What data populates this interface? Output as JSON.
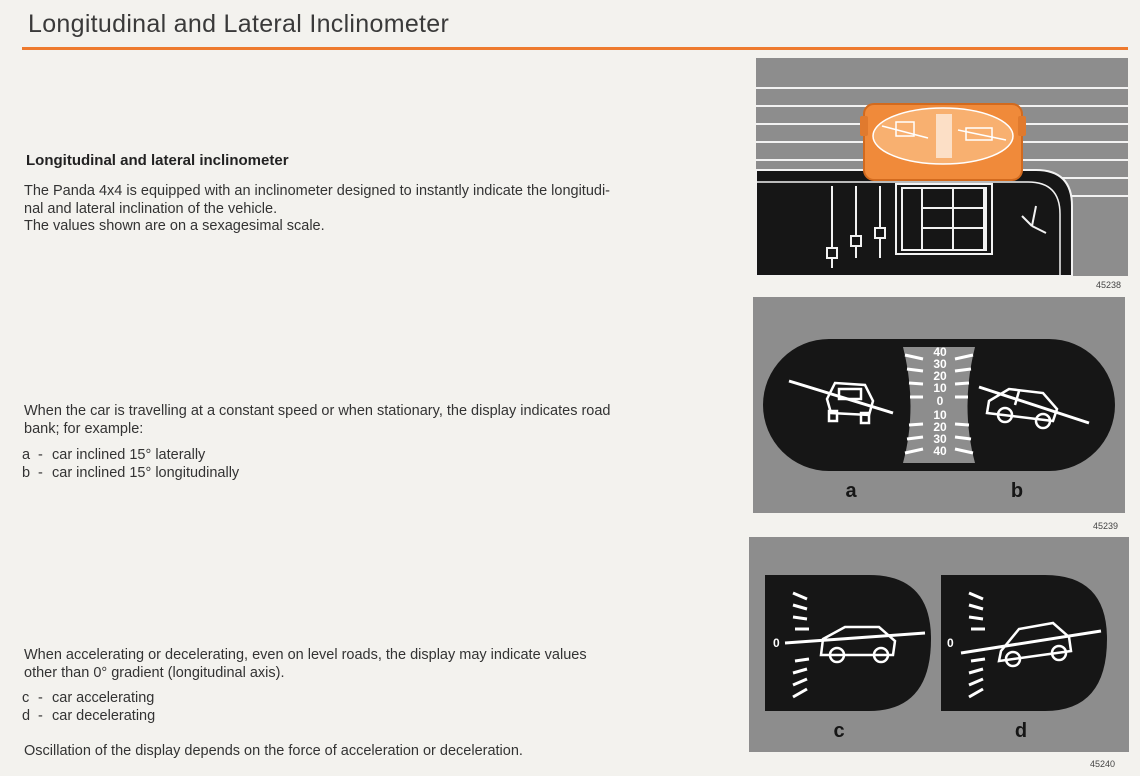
{
  "title": "Longitudinal and Lateral Inclinometer",
  "section": {
    "heading": "Longitudinal and lateral inclinometer",
    "intro_lines": [
      "The Panda 4x4 is equipped with an inclinometer designed to instantly indicate the longitudi-",
      "nal and lateral inclination of the vehicle.",
      "The values shown are on a sexagesimal scale."
    ],
    "steady_lines": [
      "When the car is travelling at a constant speed or when stationary, the display indicates road",
      "bank; for example:"
    ],
    "steady_items": [
      {
        "mark": "a",
        "text": "car inclined 15° laterally"
      },
      {
        "mark": "b",
        "text": "car inclined 15° longitudinally"
      }
    ],
    "accel_lines": [
      "When accelerating or decelerating, even on level roads, the display may indicate values",
      "other than 0° gradient (longitudinal axis)."
    ],
    "accel_items": [
      {
        "mark": "c",
        "text": "car accelerating"
      },
      {
        "mark": "d",
        "text": "car decelerating"
      }
    ],
    "closing": "Oscillation of the display depends on the force of acceleration or deceleration."
  },
  "figures": {
    "fig1_number": "45238",
    "fig2_number": "45239",
    "fig3_number": "45240",
    "scale_labels": [
      "40",
      "30",
      "20",
      "10",
      "0",
      "10",
      "20",
      "30",
      "40"
    ],
    "zero_label": "0",
    "label_a": "a",
    "label_b": "b",
    "label_c": "c",
    "label_d": "d"
  },
  "colors": {
    "accent_rule": "#ee7a2e",
    "device_orange": "#f08a3a",
    "panel_gray": "#8d8d8d",
    "display_black": "#161616"
  }
}
